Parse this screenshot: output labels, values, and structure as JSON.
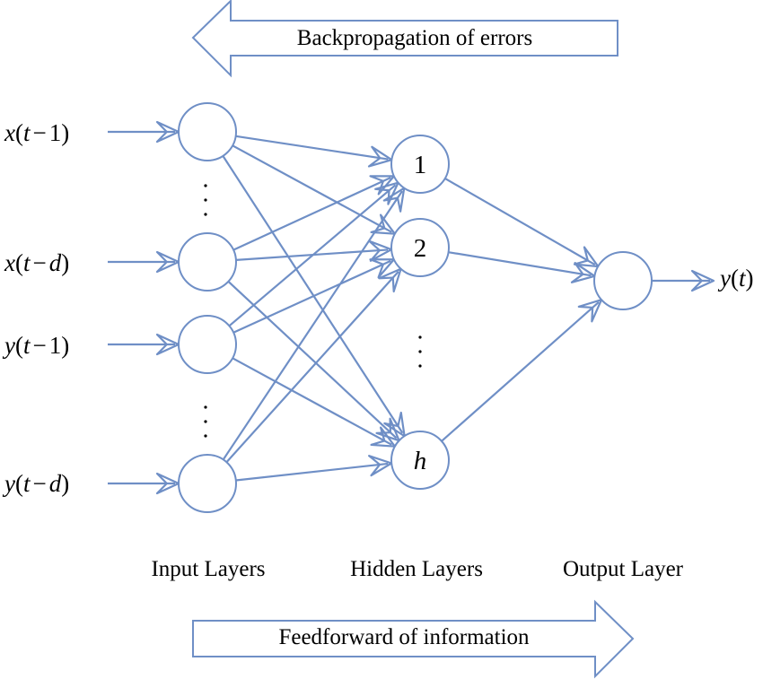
{
  "colors": {
    "stroke": "#6f8fc6",
    "text": "#000000",
    "background": "#ffffff"
  },
  "arrows": {
    "backprop": "Backpropagation of errors",
    "feedforward": "Feedforward of information"
  },
  "inputs": [
    {
      "fn": "x",
      "arg": "t",
      "op": "−",
      "lag": "1",
      "lag_italic": false
    },
    {
      "fn": "x",
      "arg": "t",
      "op": "−",
      "lag": "d",
      "lag_italic": true
    },
    {
      "fn": "y",
      "arg": "t",
      "op": "−",
      "lag": "1",
      "lag_italic": false
    },
    {
      "fn": "y",
      "arg": "t",
      "op": "−",
      "lag": "d",
      "lag_italic": true
    }
  ],
  "hidden_nodes": [
    "1",
    "2",
    "h"
  ],
  "output": {
    "fn": "y",
    "arg": "t"
  },
  "layer_labels": {
    "input": "Input Layers",
    "hidden": "Hidden Layers",
    "output": "Output Layer"
  }
}
